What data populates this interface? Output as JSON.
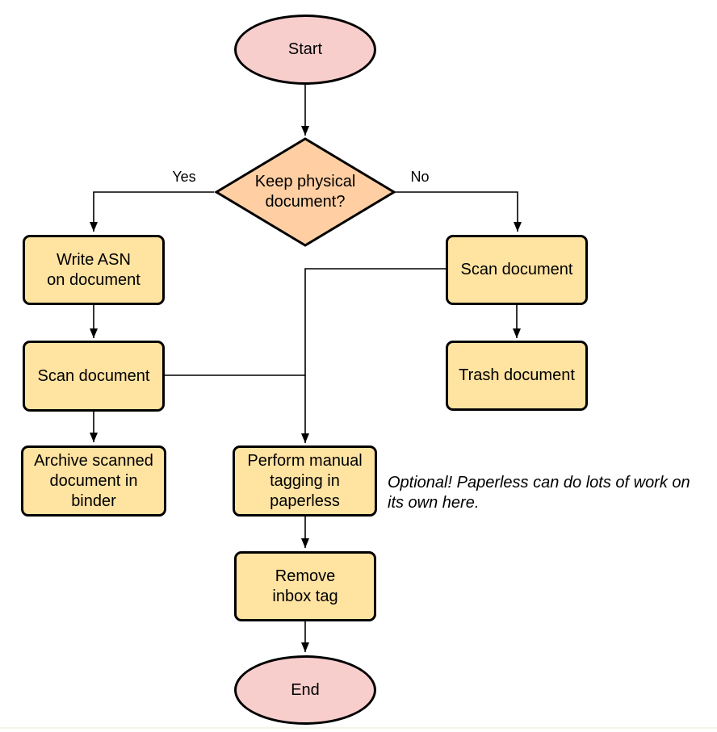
{
  "colors": {
    "terminal_fill": "#f8cecc",
    "decision_fill": "#ffcfa3",
    "process_fill": "#ffe3a1",
    "stroke": "#000000",
    "background": "#ffffff"
  },
  "nodes": {
    "start": {
      "type": "terminal",
      "label": "Start"
    },
    "decision": {
      "type": "decision",
      "label": "Keep physical\ndocument?"
    },
    "write_asn": {
      "type": "process",
      "label": "Write ASN\non document"
    },
    "scan_left": {
      "type": "process",
      "label": "Scan document"
    },
    "archive": {
      "type": "process",
      "label": "Archive scanned\ndocument in\nbinder"
    },
    "scan_right": {
      "type": "process",
      "label": "Scan document"
    },
    "trash": {
      "type": "process",
      "label": "Trash document"
    },
    "tagging": {
      "type": "process",
      "label": "Perform manual\ntagging in\npaperless"
    },
    "remove_inbox": {
      "type": "process",
      "label": "Remove\ninbox tag"
    },
    "end": {
      "type": "terminal",
      "label": "End"
    }
  },
  "edge_labels": {
    "yes": "Yes",
    "no": "No"
  },
  "note": {
    "text": "Optional! Paperless can do lots of work on\nits own here."
  }
}
